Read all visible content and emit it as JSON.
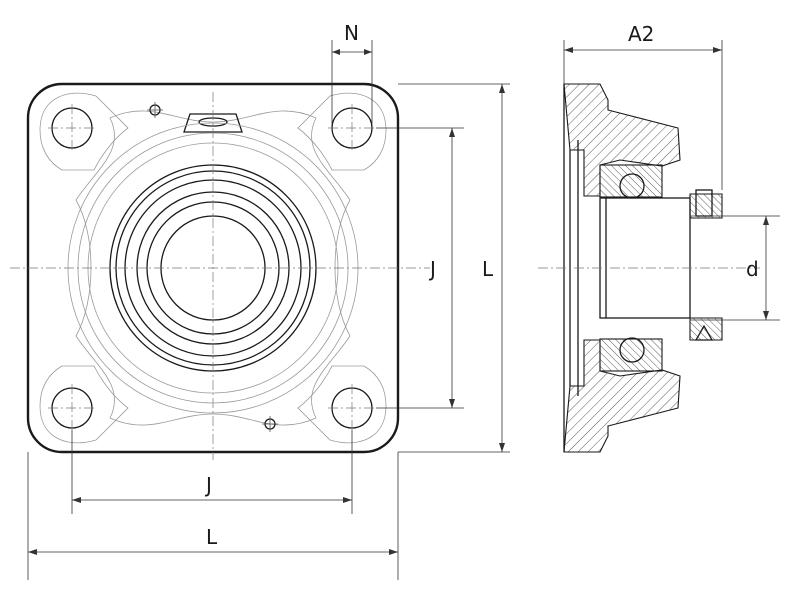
{
  "dimensions": {
    "N": "N",
    "A2": "A2",
    "J_vertical": "J",
    "L_vertical": "L",
    "d": "d",
    "J_horizontal": "J",
    "L_horizontal": "L"
  }
}
